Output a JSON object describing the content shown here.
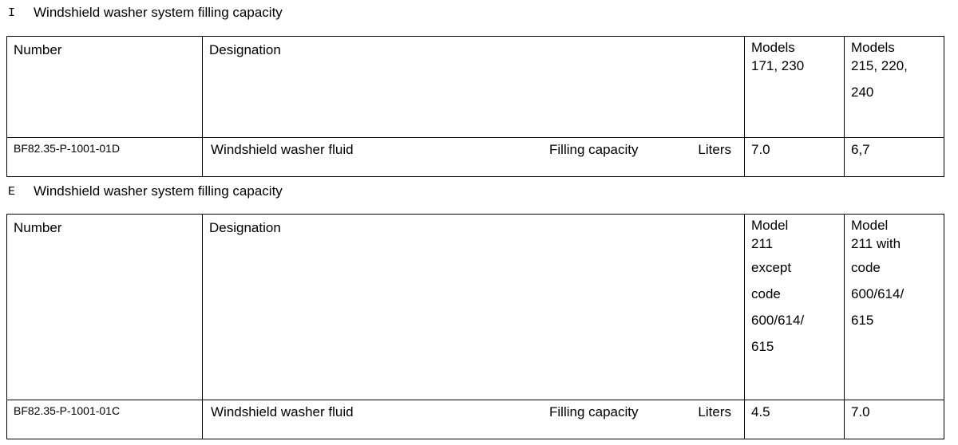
{
  "sections": [
    {
      "letter": "I",
      "title": "Windshield washer system filling capacity",
      "headers": {
        "number": "Number",
        "designation": "Designation",
        "col_a": [
          "Models",
          "171, 230"
        ],
        "col_b": [
          "Models",
          "215, 220,",
          "240"
        ]
      },
      "row": {
        "number": "BF82.35-P-1001-01D",
        "designation": "Windshield washer fluid",
        "parameter": "Filling capacity",
        "unit": "Liters",
        "value_a": "7.0",
        "value_b": "6,7"
      }
    },
    {
      "letter": "E",
      "title": "Windshield washer system filling capacity",
      "headers": {
        "number": "Number",
        "designation": "Designation",
        "col_a": [
          "Model",
          "211",
          "except",
          "code",
          "600/614/",
          "615"
        ],
        "col_b": [
          "Model",
          "211 with",
          "code",
          "600/614/",
          "615"
        ]
      },
      "row": {
        "number": "BF82.35-P-1001-01C",
        "designation": "Windshield washer fluid",
        "parameter": "Filling capacity",
        "unit": "Liters",
        "value_a": "4.5",
        "value_b": "7.0"
      }
    }
  ]
}
